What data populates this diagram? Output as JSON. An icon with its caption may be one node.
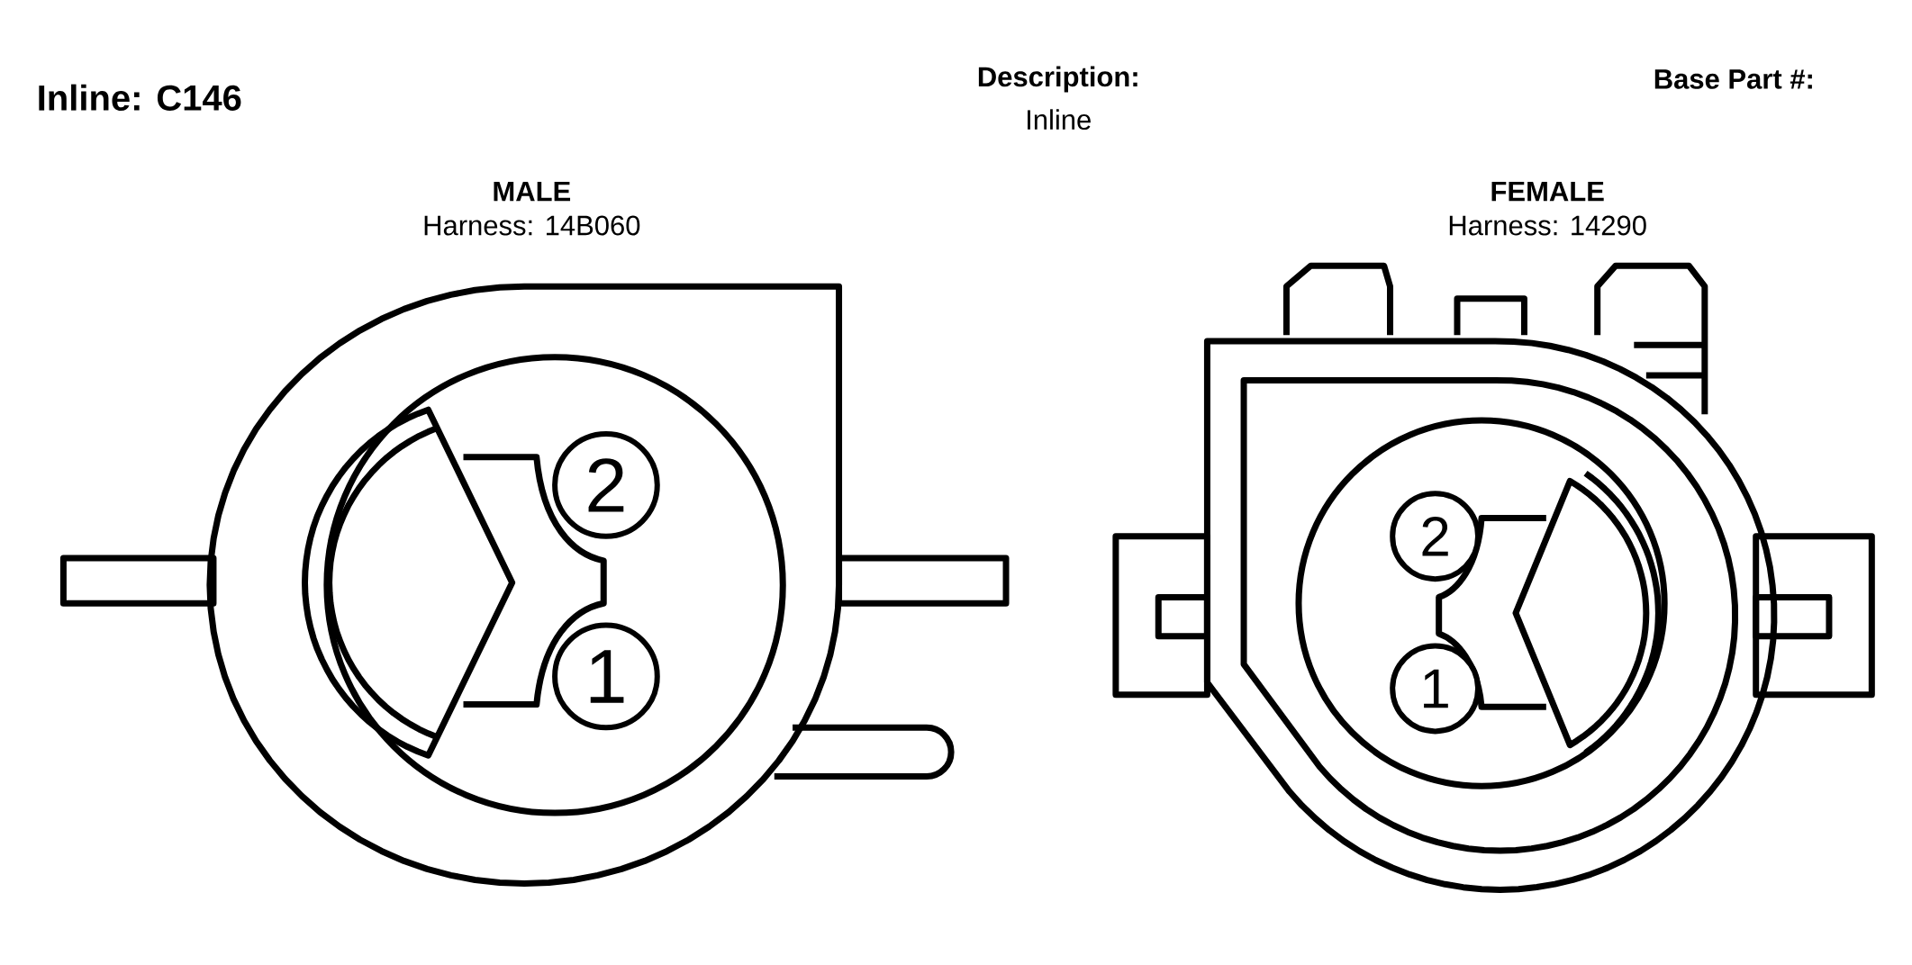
{
  "diagram": {
    "title": "Inline: C146",
    "nodes": [
      {
        "text": [
          "2"
        ]
      },
      {
        "text": [
          "1"
        ]
      },
      {
        "text": [
          "2"
        ]
      },
      {
        "text": [
          "1"
        ]
      }
    ],
    "labels": [
      "Description:",
      "Inline",
      "Base Part #:",
      "MALE",
      "Harness: 14B060",
      "FEMALE",
      "Harness: 14290"
    ]
  }
}
